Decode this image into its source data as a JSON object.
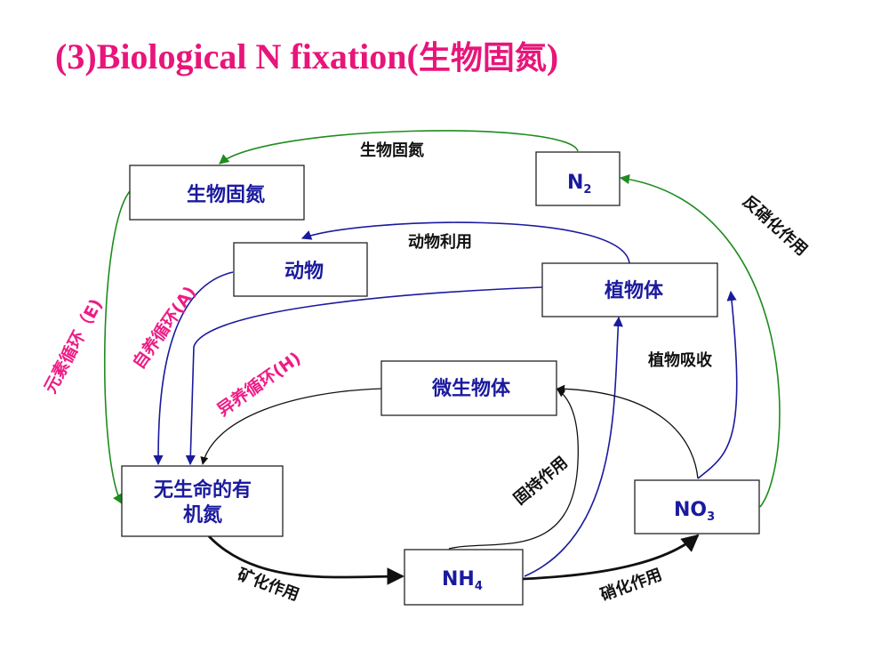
{
  "title": {
    "main": "(3)Biological N fixation(",
    "chinese": "生物固氮",
    "close": ")"
  },
  "nodes": {
    "bio_fix": "生物固氮",
    "n2": "N",
    "n2_sub": "2",
    "animal": "动物",
    "plant": "植物体",
    "microbe": "微生物体",
    "organic_line1": "无生命的有",
    "organic_line2": "机氮",
    "nh4": "NH",
    "nh4_sub": "4",
    "no3": "NO",
    "no3_sub": "3"
  },
  "edge_labels": {
    "bio_fixation": "生物固氮",
    "animal_use": "动物利用",
    "denitrification": "反硝化作用",
    "plant_absorb": "植物吸收",
    "immobilization": "固持作用",
    "mineralization": "矿化作用",
    "nitrification": "硝化作用"
  },
  "cycle_labels": {
    "elemental": "元素循环（E)",
    "autotrophic": "自养循环(A)",
    "heterotrophic": "异养循环(H)"
  },
  "colors": {
    "title": "#e8157a",
    "cycle_label": "#ee1c86",
    "node_text": "#1a1a9e",
    "green_arrow": "#1e8c1e",
    "blue_arrow": "#1a1a9e",
    "black_arrow": "#111111"
  }
}
